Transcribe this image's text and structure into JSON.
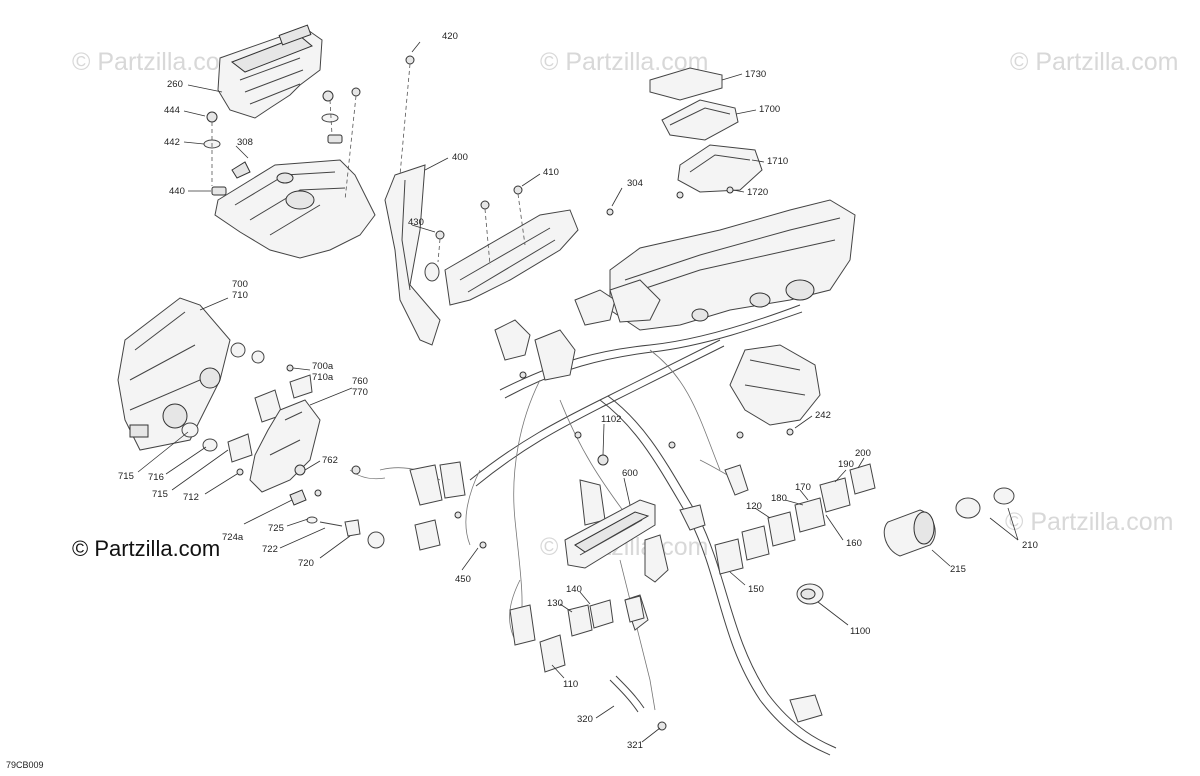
{
  "watermarks": [
    "© Partzilla.com",
    "© Partzilla.com",
    "© Partzilla.com",
    "© Partzilla.com",
    "© Partzilla.com",
    "© Partzilla.com"
  ],
  "brand_watermark": "© Partzilla.com",
  "drawing_ref": "79CB009",
  "callouts": {
    "c420": "420",
    "c260": "260",
    "c444": "444",
    "c442": "442",
    "c308": "308",
    "c440": "440",
    "c400": "400",
    "c410": "410",
    "c430": "430",
    "c304": "304",
    "c1730": "1730",
    "c1700": "1700",
    "c1710": "1710",
    "c1720": "1720",
    "c700": "700",
    "c710": "710",
    "c700a": "700a",
    "c710a": "710a",
    "c760": "760",
    "c770": "770",
    "c762": "762",
    "c715a": "715",
    "c716": "716",
    "c715b": "715",
    "c712": "712",
    "c724a": "724a",
    "c725": "725",
    "c722": "722",
    "c720": "720",
    "c1102": "1102",
    "c600": "600",
    "c450": "450",
    "c242": "242",
    "c200": "200",
    "c190": "190",
    "c180": "180",
    "c170": "170",
    "c120": "120",
    "c160": "160",
    "c150": "150",
    "c210": "210",
    "c215": "215",
    "c1100": "1100",
    "c140": "140",
    "c130": "130",
    "c110": "110",
    "c320": "320",
    "c321": "321"
  }
}
